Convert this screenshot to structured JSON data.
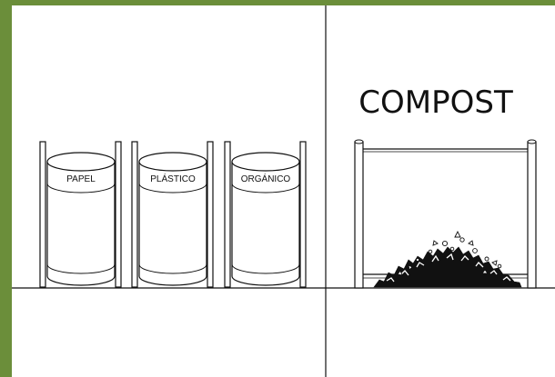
{
  "panels": {
    "recycling": {
      "bins": [
        {
          "label": "PAPEL"
        },
        {
          "label": "PLÁSTICO"
        },
        {
          "label": "ORGÁNICO"
        }
      ]
    },
    "compost": {
      "title": "COMPOST"
    }
  },
  "colors": {
    "border": "#6b8e3a",
    "background": "#ffffff",
    "lines": "#111111"
  }
}
